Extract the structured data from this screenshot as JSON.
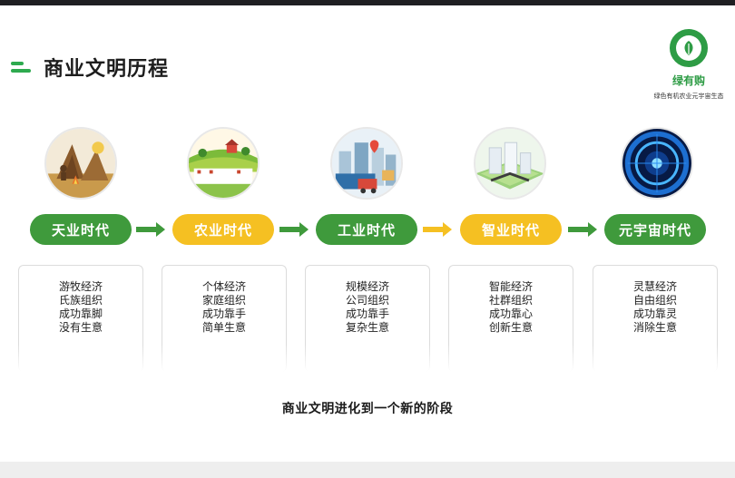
{
  "title": "商业文明历程",
  "brand": {
    "name": "绿有购",
    "tagline": "绿色有机农业元宇宙生态"
  },
  "stages": [
    {
      "label": "天业时代",
      "color": "#3f9a3c",
      "icon": "campfire-scene-icon",
      "items": [
        "游牧经济",
        "氏族组织",
        "成功靠脚",
        "没有生意"
      ]
    },
    {
      "label": "农业时代",
      "color": "#f5c022",
      "icon": "farm-scene-icon",
      "items": [
        "个体经济",
        "家庭组织",
        "成功靠手",
        "简单生意"
      ]
    },
    {
      "label": "工业时代",
      "color": "#3f9a3c",
      "icon": "factory-scene-icon",
      "items": [
        "规模经济",
        "公司组织",
        "成功靠手",
        "复杂生意"
      ]
    },
    {
      "label": "智业时代",
      "color": "#f5c022",
      "icon": "smart-city-icon",
      "items": [
        "智能经济",
        "社群组织",
        "成功靠心",
        "创新生意"
      ]
    },
    {
      "label": "元宇宙时代",
      "color": "#3f9a3c",
      "icon": "metaverse-portal-icon",
      "items": [
        "灵慧经济",
        "自由组织",
        "成功靠灵",
        "消除生意"
      ]
    }
  ],
  "arrow_colors": [
    "#3f9a3c",
    "#3f9a3c",
    "#f5c022",
    "#3f9a3c"
  ],
  "caption": "商业文明进化到一个新的阶段"
}
